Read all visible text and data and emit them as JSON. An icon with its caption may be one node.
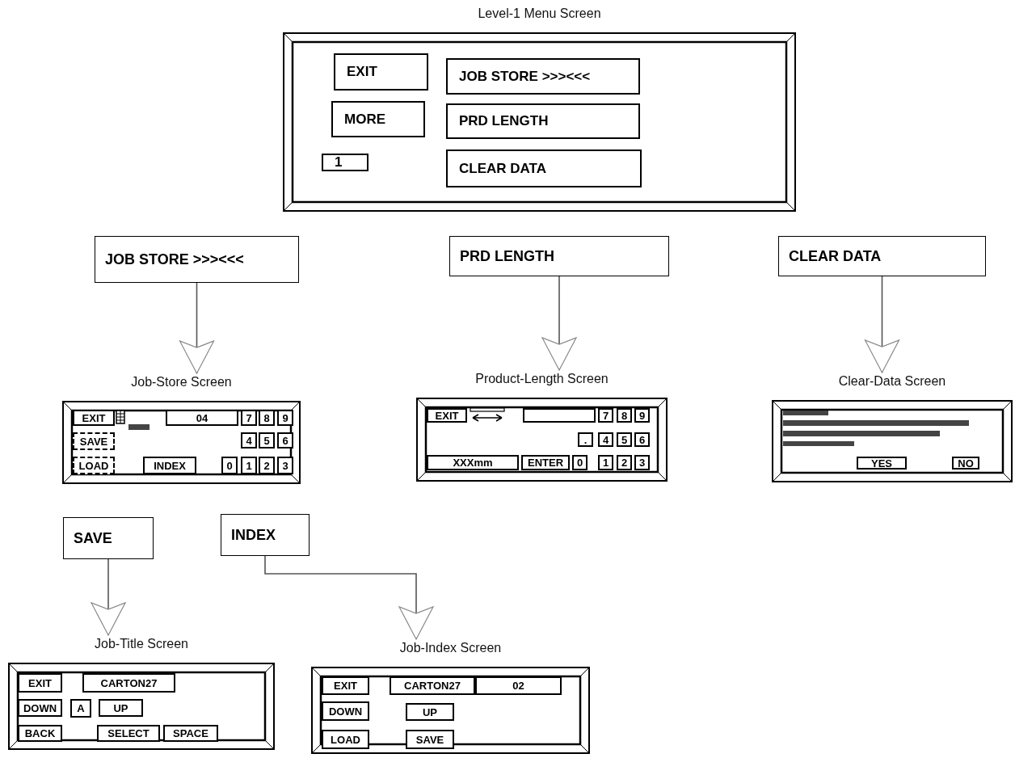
{
  "diagram": {
    "nodes": [
      {
        "text": [
          "Level-1 Menu Screen"
        ]
      },
      {
        "text": [
          "EXIT"
        ],
        "in": 0
      },
      {
        "text": [
          "JOB STORE >>><<<"
        ],
        "in": 0
      },
      {
        "text": [
          "MORE"
        ],
        "in": 0
      },
      {
        "text": [
          "PRD  LENGTH"
        ],
        "in": 0
      },
      {
        "text": [
          "1"
        ],
        "in": 0
      },
      {
        "text": [
          "CLEAR  DATA"
        ],
        "in": 0
      },
      {
        "text": [
          "JOB STORE >>><<<"
        ]
      },
      {
        "text": [
          "PRD  LENGTH"
        ]
      },
      {
        "text": [
          "CLEAR  DATA"
        ]
      },
      {
        "text": [
          "Job-Store Screen"
        ]
      },
      {
        "text": [
          "EXIT"
        ],
        "in": 10
      },
      {
        "text": [
          "04"
        ],
        "in": 10
      },
      {
        "text": [
          "7"
        ],
        "in": 10
      },
      {
        "text": [
          "8"
        ],
        "in": 10
      },
      {
        "text": [
          "9"
        ],
        "in": 10
      },
      {
        "text": [
          "SAVE"
        ],
        "in": 10
      },
      {
        "text": [
          "4"
        ],
        "in": 10
      },
      {
        "text": [
          "5"
        ],
        "in": 10
      },
      {
        "text": [
          "6"
        ],
        "in": 10
      },
      {
        "text": [
          "LOAD"
        ],
        "in": 10
      },
      {
        "text": [
          "INDEX"
        ],
        "in": 10
      },
      {
        "text": [
          "0"
        ],
        "in": 10
      },
      {
        "text": [
          "1"
        ],
        "in": 10
      },
      {
        "text": [
          "2"
        ],
        "in": 10
      },
      {
        "text": [
          "3"
        ],
        "in": 10
      },
      {
        "text": [
          "Product-Length Screen"
        ]
      },
      {
        "text": [
          "EXIT"
        ],
        "in": 26
      },
      {
        "text": [],
        "shape": "box",
        "in": 26
      },
      {
        "text": [
          "7"
        ],
        "in": 26
      },
      {
        "text": [
          "8"
        ],
        "in": 26
      },
      {
        "text": [
          "9"
        ],
        "in": 26
      },
      {
        "text": [
          "."
        ],
        "in": 26
      },
      {
        "text": [
          "4"
        ],
        "in": 26
      },
      {
        "text": [
          "5"
        ],
        "in": 26
      },
      {
        "text": [
          "6"
        ],
        "in": 26
      },
      {
        "text": [
          "XXXmm"
        ],
        "in": 26
      },
      {
        "text": [
          "ENTER"
        ],
        "in": 26
      },
      {
        "text": [
          "0"
        ],
        "in": 26
      },
      {
        "text": [
          "1"
        ],
        "in": 26
      },
      {
        "text": [
          "2"
        ],
        "in": 26
      },
      {
        "text": [
          "3"
        ],
        "in": 26
      },
      {
        "text": [
          "Clear-Data Screen"
        ]
      },
      {
        "text": [
          "YES"
        ],
        "in": 42
      },
      {
        "text": [
          "NO"
        ],
        "in": 42
      },
      {
        "text": [
          "SAVE"
        ]
      },
      {
        "text": [
          "INDEX"
        ]
      },
      {
        "text": [
          "Job-Title Screen"
        ]
      },
      {
        "text": [
          "EXIT"
        ],
        "in": 47
      },
      {
        "text": [
          "CARTON27"
        ],
        "in": 47
      },
      {
        "text": [
          "DOWN"
        ],
        "in": 47
      },
      {
        "text": [
          "A"
        ],
        "in": 47
      },
      {
        "text": [
          "UP"
        ],
        "in": 47
      },
      {
        "text": [
          "BACK"
        ],
        "in": 47
      },
      {
        "text": [
          "SELECT"
        ],
        "in": 47
      },
      {
        "text": [
          "SPACE"
        ],
        "in": 47
      },
      {
        "text": [
          "Job-Index Screen"
        ]
      },
      {
        "text": [
          "EXIT"
        ],
        "in": 56
      },
      {
        "text": [
          "CARTON27"
        ],
        "in": 56
      },
      {
        "text": [
          "02"
        ],
        "in": 56
      },
      {
        "text": [
          "DOWN"
        ],
        "in": 56
      },
      {
        "text": [
          "UP"
        ],
        "in": 56
      },
      {
        "text": [
          "LOAD"
        ],
        "in": 56
      },
      {
        "text": [
          "SAVE"
        ],
        "in": 56
      }
    ],
    "edges": [
      {
        "from": 7,
        "to": 10,
        "arrow": "to"
      },
      {
        "from": 8,
        "to": 26,
        "arrow": "to"
      },
      {
        "from": 9,
        "to": 42,
        "arrow": "to"
      },
      {
        "from": 45,
        "to": 47,
        "arrow": "to"
      },
      {
        "from": 46,
        "to": 56,
        "arrow": "to"
      }
    ]
  }
}
